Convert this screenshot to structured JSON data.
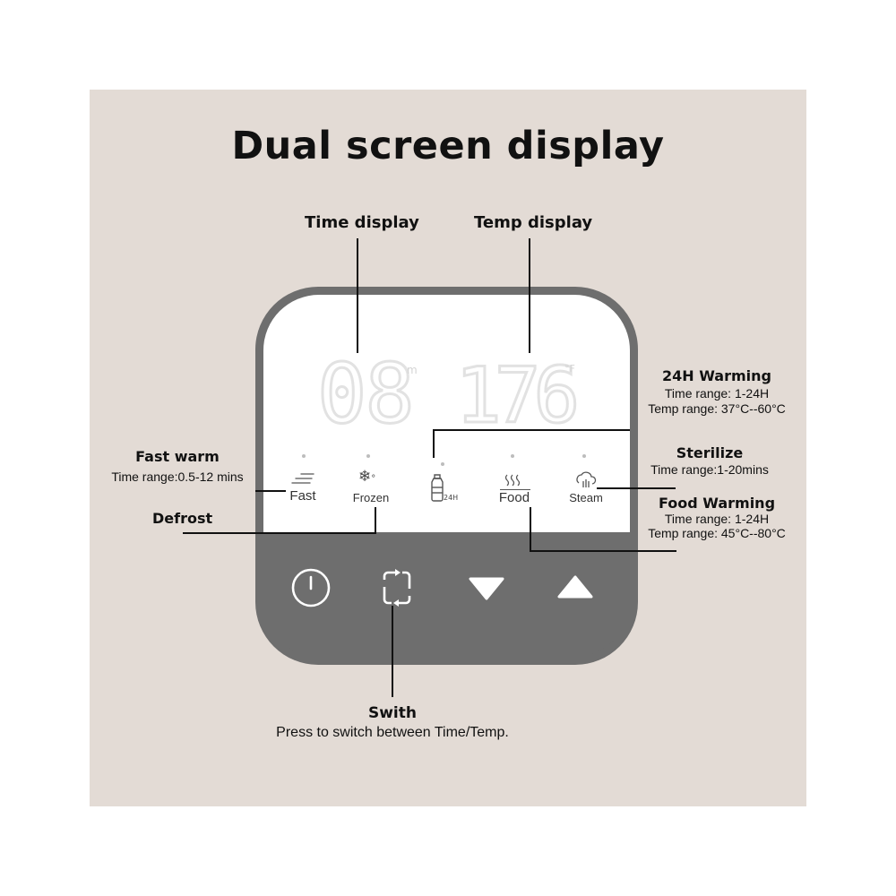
{
  "title": "Dual screen display",
  "callouts": {
    "time_display": "Time display",
    "temp_display": "Temp display",
    "warming24": {
      "title": "24H Warming",
      "time": "Time range: 1-24H",
      "temp": "Temp range: 37°C--60°C"
    },
    "fast_warm": {
      "title": "Fast warm",
      "time": "Time range:0.5-12 mins"
    },
    "sterilize": {
      "title": "Sterilize",
      "time": "Time range:1-20mins"
    },
    "defrost": {
      "title": "Defrost"
    },
    "food_warming": {
      "title": "Food Warming",
      "time": "Time range: 1-24H",
      "temp": "Temp range: 45°C--80°C"
    },
    "switch": {
      "title": "Swith",
      "desc": "Press to switch between Time/Temp."
    }
  },
  "device": {
    "time_value": "08",
    "time_unit": "m",
    "temp_value": "176",
    "temp_unit": "°F",
    "modes": [
      {
        "label": "Fast",
        "icon": "fast-lines-icon"
      },
      {
        "label": "Frozen",
        "icon": "snowflake-icon"
      },
      {
        "label": "24H",
        "icon": "bottle-icon"
      },
      {
        "label": "Food",
        "icon": "food-steam-icon"
      },
      {
        "label": "Steam",
        "icon": "cloud-steam-icon"
      }
    ],
    "buttons": [
      {
        "name": "power",
        "icon": "power-icon"
      },
      {
        "name": "switch",
        "icon": "switch-cycle-icon"
      },
      {
        "name": "down",
        "icon": "down-arrow-icon"
      },
      {
        "name": "up",
        "icon": "up-arrow-icon"
      }
    ]
  },
  "colors": {
    "background": "#e3dbd5",
    "bezel": "#6e6e6e",
    "screen": "#ffffff"
  }
}
